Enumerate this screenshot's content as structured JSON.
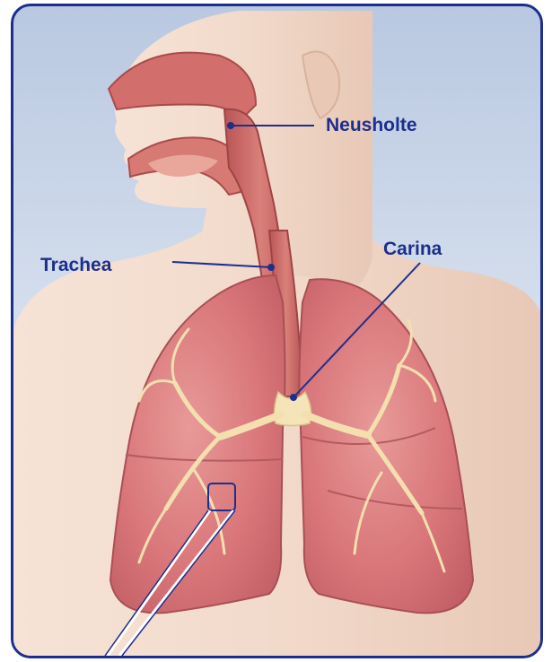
{
  "labels": {
    "neusholte": "Neusholte",
    "trachea": "Trachea",
    "carina": "Carina"
  },
  "colors": {
    "label_blue": "#1d2f8c",
    "skin": "#f1d8c8",
    "lung": "#d9737a",
    "airway": "#c9605f",
    "bronchi": "#f4e4b8",
    "background": "#c7d4e8"
  }
}
